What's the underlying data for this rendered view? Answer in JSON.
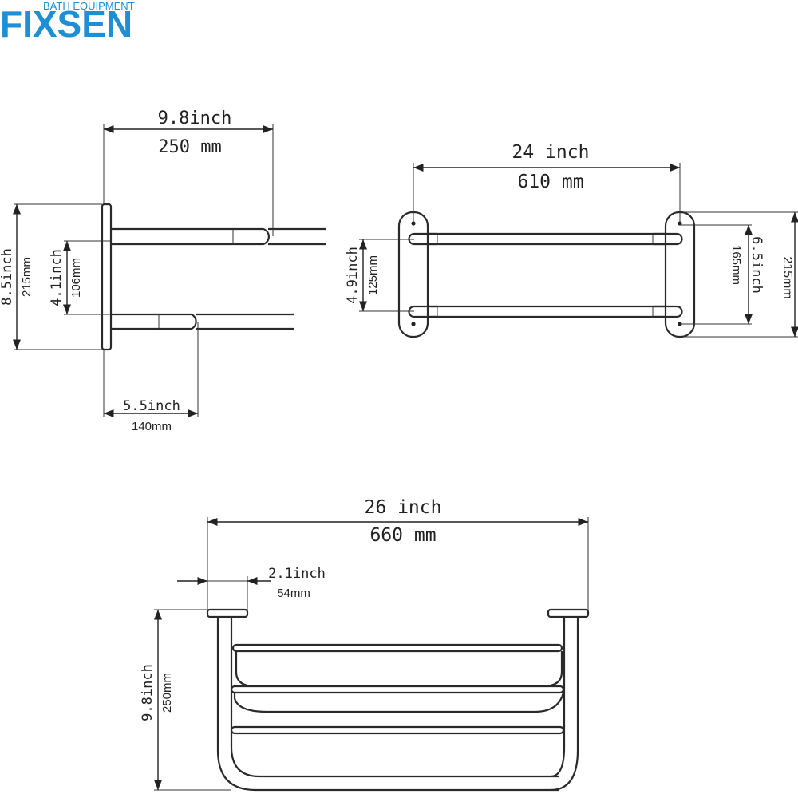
{
  "brand": {
    "name": "FIXSEN",
    "tagline": "BATH EQUIPMENT",
    "color": "#1e8fd5"
  },
  "side_view": {
    "depth_inch": "9.8inch",
    "depth_mm": "250 mm",
    "height_inch": "8.5inch",
    "height_mm": "215mm",
    "spacing_inch": "4.1inch",
    "spacing_mm": "106mm",
    "lower_inch": "5.5inch",
    "lower_mm": "140mm"
  },
  "front_view": {
    "width_inch": "24 inch",
    "width_mm": "610 mm",
    "spacing_inch": "4.9inch",
    "spacing_mm": "125mm",
    "plate_inch": "6.5inch",
    "plate_mm": "165mm",
    "height_mm": "215mm"
  },
  "top_view": {
    "width_inch": "26 inch",
    "width_mm": "660 mm",
    "mount_inch": "2.1inch",
    "mount_mm": "54mm",
    "depth_inch": "9.8inch",
    "depth_mm": "250mm"
  }
}
